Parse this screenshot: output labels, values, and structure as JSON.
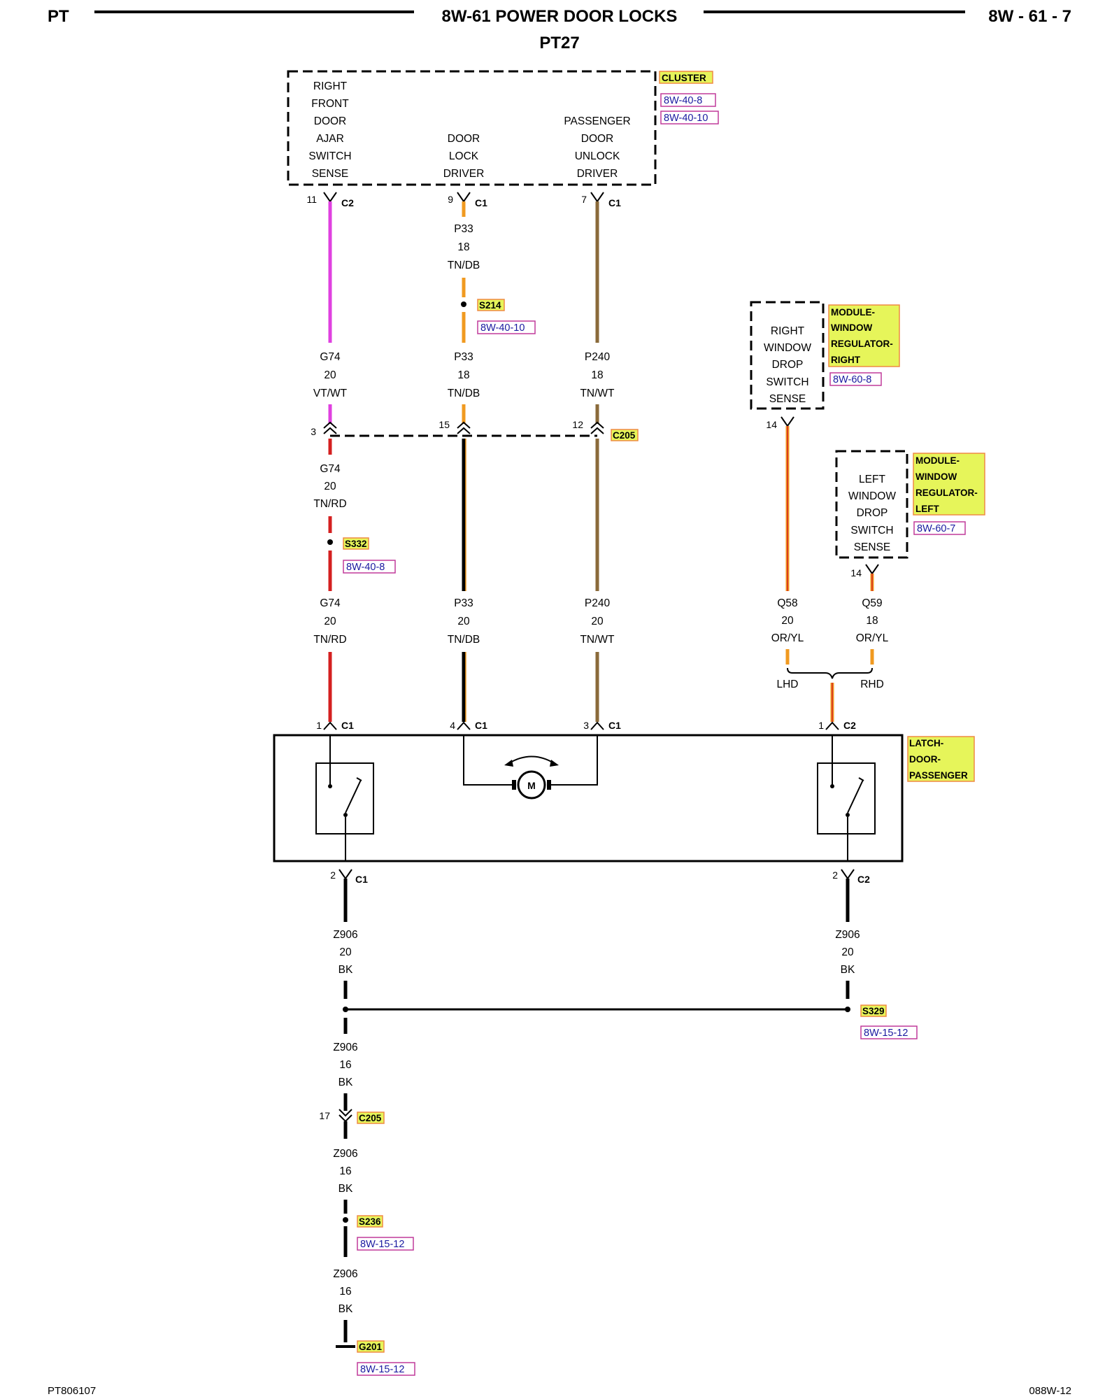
{
  "header": {
    "left": "PT",
    "title": "8W-61 POWER DOOR LOCKS",
    "subtitle": "PT27",
    "right": "8W - 61 - 7"
  },
  "footer": {
    "left": "PT806107",
    "right": "088W-12"
  },
  "cluster": {
    "tag": "CLUSTER",
    "refs": [
      "8W-40-8",
      "8W-40-10"
    ],
    "circuits": [
      [
        "RIGHT",
        "FRONT",
        "DOOR",
        "AJAR",
        "SWITCH",
        "SENSE"
      ],
      [
        "DOOR",
        "LOCK",
        "DRIVER"
      ],
      [
        "PASSENGER",
        "DOOR",
        "UNLOCK",
        "DRIVER"
      ]
    ]
  },
  "module_right": {
    "tag": [
      "MODULE-",
      "WINDOW",
      "REGULATOR-",
      "RIGHT"
    ],
    "ref": "8W-60-8",
    "lines": [
      "RIGHT",
      "WINDOW",
      "DROP",
      "SWITCH",
      "SENSE"
    ],
    "pin": "14"
  },
  "module_left": {
    "tag": [
      "MODULE-",
      "WINDOW",
      "REGULATOR-",
      "LEFT"
    ],
    "ref": "8W-60-7",
    "lines": [
      "LEFT",
      "WINDOW",
      "DROP",
      "SWITCH",
      "SENSE"
    ],
    "pin": "14"
  },
  "latch": {
    "tag": [
      "LATCH-",
      "DOOR-",
      "PASSENGER"
    ],
    "motor": "M"
  },
  "pins": {
    "cl_1": {
      "num": "11",
      "conn": "C2"
    },
    "cl_2": {
      "num": "9",
      "conn": "C1"
    },
    "cl_3": {
      "num": "7",
      "conn": "C1"
    },
    "c205_1": "3",
    "c205_2": "15",
    "c205_3": "12",
    "c205_4": "17",
    "c205_tag": "C205",
    "la_1": {
      "num": "1",
      "conn": "C1"
    },
    "la_2": {
      "num": "4",
      "conn": "C1"
    },
    "la_3": {
      "num": "3",
      "conn": "C1"
    },
    "la_4": {
      "num": "1",
      "conn": "C2"
    },
    "lb_1": {
      "num": "2",
      "conn": "C1"
    },
    "lb_2": {
      "num": "2",
      "conn": "C2"
    }
  },
  "wires": {
    "w1a": [
      "G74",
      "20",
      "VT/WT"
    ],
    "w1b": [
      "G74",
      "20",
      "TN/RD"
    ],
    "w1c": [
      "G74",
      "20",
      "TN/RD"
    ],
    "w2a": [
      "P33",
      "18",
      "TN/DB"
    ],
    "w2b": [
      "P33",
      "18",
      "TN/DB"
    ],
    "w2c": [
      "P33",
      "20",
      "TN/DB"
    ],
    "w3a": [
      "P240",
      "18",
      "TN/WT"
    ],
    "w3b": [
      "P240",
      "20",
      "TN/WT"
    ],
    "w4": [
      "Q58",
      "20",
      "OR/YL"
    ],
    "w5": [
      "Q59",
      "18",
      "OR/YL"
    ],
    "g1": [
      "Z906",
      "20",
      "BK"
    ],
    "g2": [
      "Z906",
      "20",
      "BK"
    ],
    "g3": [
      "Z906",
      "16",
      "BK"
    ],
    "g4": [
      "Z906",
      "16",
      "BK"
    ],
    "g5": [
      "Z906",
      "16",
      "BK"
    ]
  },
  "options": {
    "lhd": "LHD",
    "rhd": "RHD"
  },
  "splices": {
    "s214": {
      "tag": "S214",
      "ref": "8W-40-10"
    },
    "s332": {
      "tag": "S332",
      "ref": "8W-40-8"
    },
    "s329": {
      "tag": "S329",
      "ref": "8W-15-12"
    },
    "s236": {
      "tag": "S236",
      "ref": "8W-15-12"
    },
    "g201": {
      "tag": "G201",
      "ref": "8W-15-12"
    }
  },
  "colors": {
    "violet": "#e040e0",
    "tan": "#8a6a3a",
    "red": "#d42020",
    "orange": "#f09a20",
    "yellow": "#f5e020",
    "black": "#000000",
    "tag_fill": "#e6f55a",
    "tag_border": "#ef8a44",
    "ref_border": "#c03a9a"
  }
}
